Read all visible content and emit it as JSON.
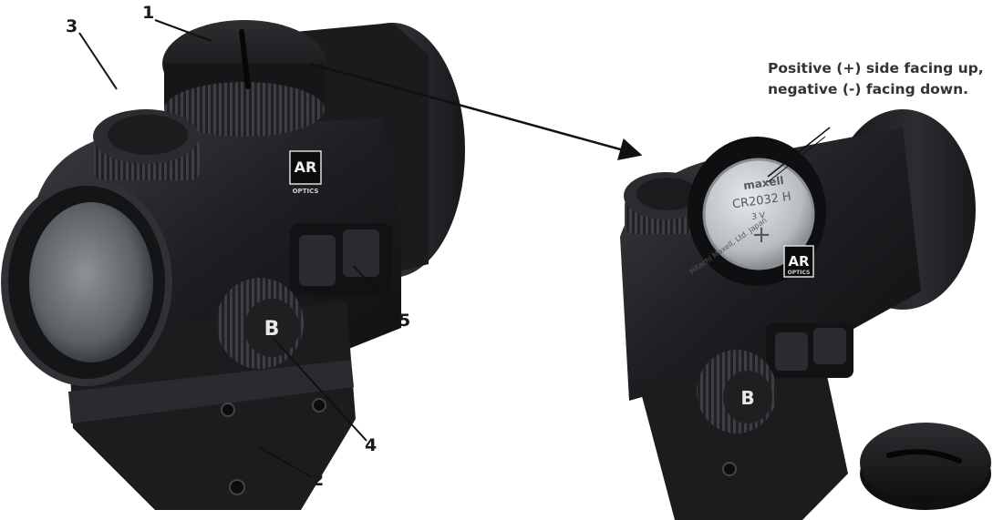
{
  "callouts": [
    {
      "number": "1"
    },
    {
      "number": "2"
    },
    {
      "number": "3"
    },
    {
      "number": "4"
    },
    {
      "number": "5"
    }
  ],
  "battery_caption": {
    "line1": "Positive (+) side facing up,",
    "line2": "negative (-) facing down."
  },
  "brand_badge": {
    "line1": "AR",
    "line2": "OPTICS"
  },
  "battery": {
    "brand": "maxell",
    "model": "CR2032 H",
    "voltage": "3 V",
    "polarity": "+",
    "maker": "Hitachi Maxell, Ltd. Japan"
  },
  "knob_logo": "B",
  "colors": {
    "body": "#1c1d1f",
    "background": "#ffffff",
    "battery": "#b9bcc0"
  }
}
